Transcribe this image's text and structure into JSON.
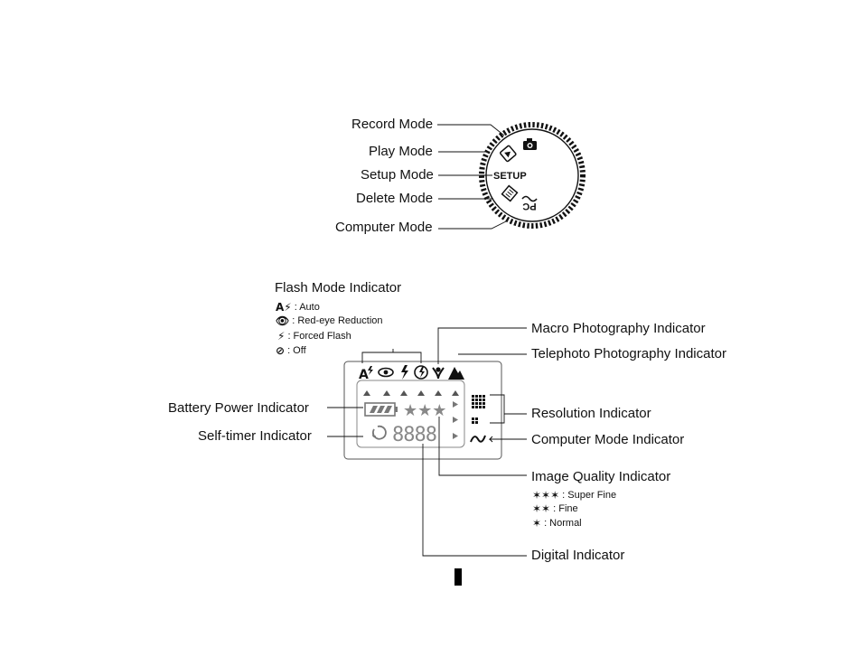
{
  "dial": {
    "record_mode": "Record Mode",
    "play_mode": "Play Mode",
    "setup_mode": "Setup Mode",
    "delete_mode": "Delete Mode",
    "computer_mode": "Computer Mode",
    "setup_text": "SETUP",
    "pc_text": "PC"
  },
  "lcd": {
    "flash_title": "Flash Mode Indicator",
    "flash_legend": [
      {
        "icon": "auto-flash-icon",
        "text": ": Auto"
      },
      {
        "icon": "red-eye-icon",
        "text": ": Red-eye Reduction"
      },
      {
        "icon": "forced-flash-icon",
        "text": ": Forced Flash"
      },
      {
        "icon": "flash-off-icon",
        "text": ": Off"
      }
    ],
    "macro": "Macro Photography Indicator",
    "telephoto": "Telephoto Photography Indicator",
    "battery": "Battery Power Indicator",
    "self_timer": "Self-timer Indicator",
    "resolution": "Resolution Indicator",
    "computer": "Computer Mode Indicator",
    "quality_title": "Image Quality Indicator",
    "quality_legend": [
      {
        "stars": "✶✶✶",
        "text": ": Super Fine"
      },
      {
        "stars": "✶✶",
        "text": ": Fine"
      },
      {
        "stars": "✶",
        "text": ": Normal"
      }
    ],
    "digital": "Digital Indicator",
    "digits": "8888",
    "lcd_stars": "★★★",
    "auto_flash_glyph": "A"
  }
}
